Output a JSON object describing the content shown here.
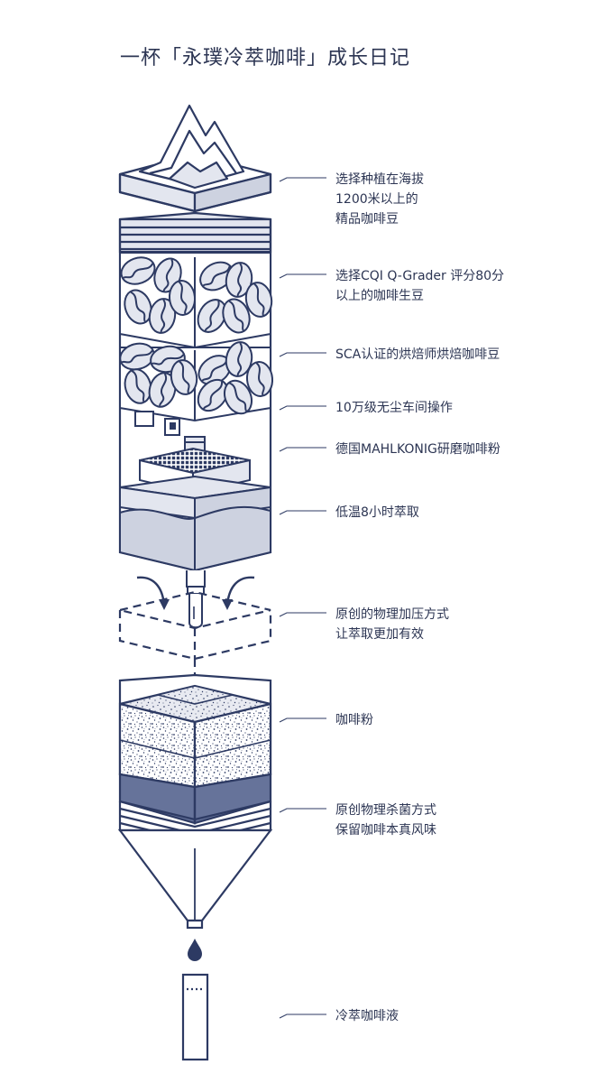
{
  "title": "一杯「永璞冷萃咖啡」成长日记",
  "colors": {
    "stroke": "#2d3a63",
    "light_fill": "#e3e6ef",
    "mid_fill": "#cdd2e0",
    "dark_fill": "#66739a",
    "background": "#ffffff"
  },
  "callouts": [
    {
      "id": "altitude",
      "lines": [
        "选择种植在海拔",
        "1200米以上的",
        "精品咖啡豆"
      ]
    },
    {
      "id": "q-grader",
      "lines": [
        "选择CQI Q-Grader 评分80分",
        "以上的咖啡生豆"
      ]
    },
    {
      "id": "roaster",
      "lines": [
        "SCA认证的烘焙师烘焙咖啡豆"
      ]
    },
    {
      "id": "dustfree",
      "lines": [
        "10万级无尘车间操作"
      ]
    },
    {
      "id": "grinder",
      "lines": [
        "德国MAHLKONIG研磨咖啡粉"
      ]
    },
    {
      "id": "brew",
      "lines": [
        "低温8小时萃取"
      ]
    },
    {
      "id": "pressure",
      "lines": [
        "原创的物理加压方式",
        "让萃取更加有效"
      ]
    },
    {
      "id": "grounds",
      "lines": [
        "咖啡粉"
      ]
    },
    {
      "id": "sterilize",
      "lines": [
        "原创物理杀菌方式",
        "保留咖啡本真风味"
      ]
    },
    {
      "id": "liquid",
      "lines": [
        "冷萃咖啡液"
      ]
    }
  ],
  "icons": {
    "mountain": "mountain-icon",
    "bean": "coffee-bean-icon",
    "grinder_tray": "grinder-grid-icon",
    "arrow": "curved-arrow-icon",
    "drop": "drop-icon",
    "vial": "vial-icon"
  }
}
